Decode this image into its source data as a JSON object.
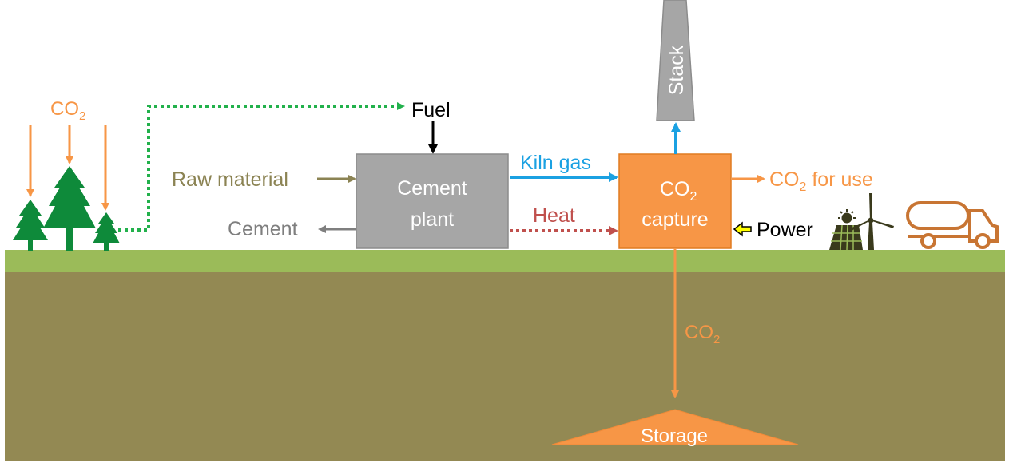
{
  "labels": {
    "co2_top": {
      "main": "CO",
      "sub": "2"
    },
    "fuel": "Fuel",
    "raw_material": "Raw material",
    "cement": "Cement",
    "cement_plant": [
      "Cement",
      "plant"
    ],
    "kiln_gas": "Kiln gas",
    "heat": "Heat",
    "co2_capture": {
      "main": "CO",
      "sub": "2",
      "line2": "capture"
    },
    "stack": "Stack",
    "co2_for_use": {
      "main": "CO",
      "sub": "2",
      "rest": " for use"
    },
    "power": "Power",
    "co2_down": {
      "main": "CO",
      "sub": "2"
    },
    "storage": "Storage"
  },
  "colors": {
    "orange": "#f79646",
    "orange_dark": "#f08a38",
    "green_tree": "#0e8a3a",
    "green_fuel": "#22b14c",
    "olive": "#8b8353",
    "grey_box": "#a6a6a6",
    "grey_text": "#7f7f7f",
    "blue": "#1ba1e2",
    "red": "#c0504d",
    "ground_top": "#9bbb59",
    "ground": "#938953",
    "truck": "#c87533",
    "dark": "#3a3a1c"
  },
  "icons": {
    "trees": "tree-icon",
    "solar": "solar-panel-icon",
    "wind": "wind-turbine-icon",
    "truck": "tanker-truck-icon"
  }
}
